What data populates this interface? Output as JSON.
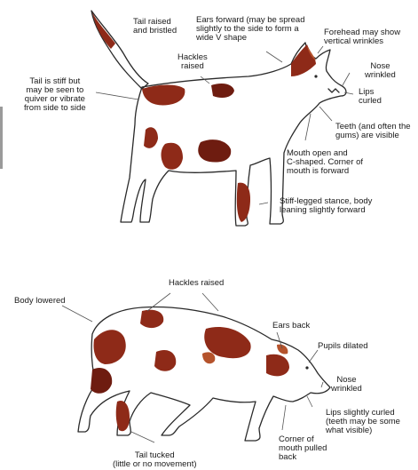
{
  "colors": {
    "outline": "#2a2a2a",
    "patch": "#8e2a18",
    "patch_dark": "#6e1c10",
    "patch_light": "#b5532c",
    "leader": "#555555"
  },
  "aggressive_dog": {
    "labels": {
      "tail_raised": "Tail raised\nand bristled",
      "ears_forward": "Ears forward (may be spread\nslightly to the side to form a\nwide V shape",
      "forehead": "Forehead may show\nvertical wrinkles",
      "hackles": "Hackles\nraised",
      "nose": "Nose\nwrinkled",
      "tail_stiff": "Tail is stiff but\nmay be seen to\nquiver or vibrate\nfrom side to side",
      "lips": "Lips\ncurled",
      "teeth": "Teeth (and often the\ngums) are visible",
      "mouth": "Mouth open and\nC-shaped. Corner of\nmouth is forward",
      "stance": "Stiff-legged stance, body\nleaning slightly forward"
    }
  },
  "fearful_dog": {
    "labels": {
      "hackles": "Hackles raised",
      "body_lowered": "Body lowered",
      "ears_back": "Ears back",
      "pupils": "Pupils dilated",
      "nose": "Nose\nwrinkled",
      "lips": "Lips slightly curled\n(teeth may be some\nwhat visible)",
      "corner": "Corner of\nmouth pulled\nback",
      "tail_tucked": "Tail tucked\n(little or no movement)"
    }
  }
}
